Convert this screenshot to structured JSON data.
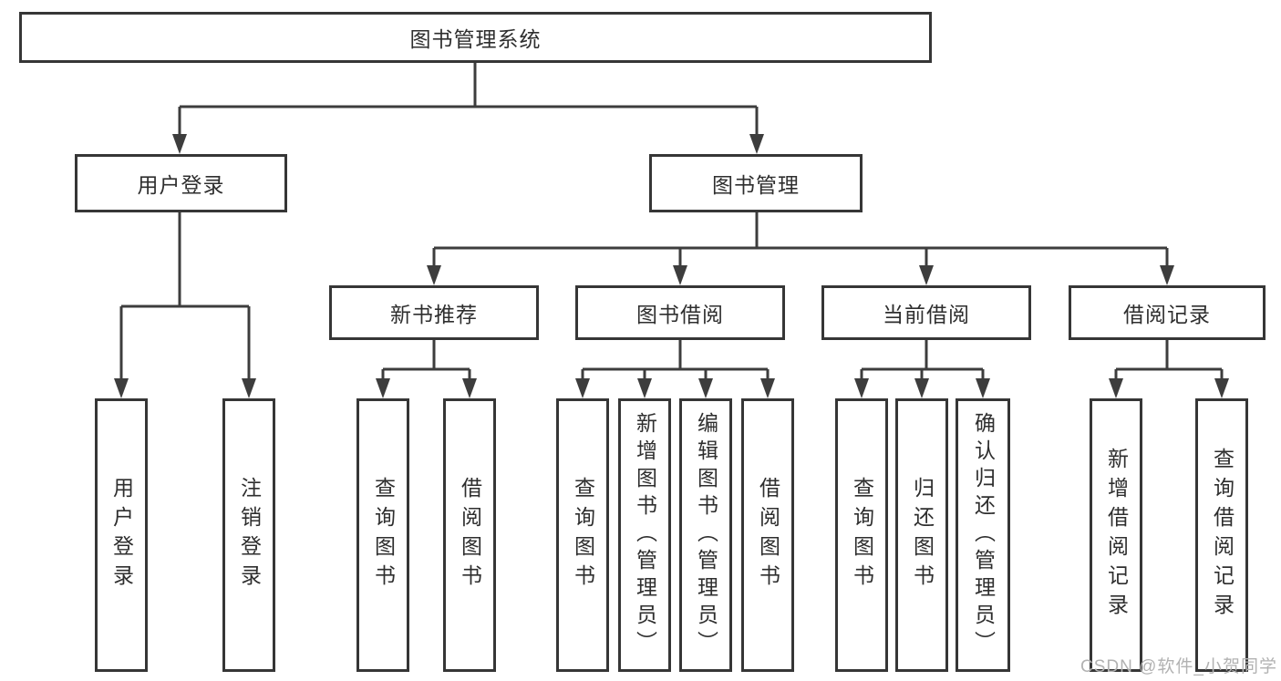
{
  "diagram_type": "hierarchy-tree",
  "tree": {
    "label": "图书管理系统",
    "children": [
      {
        "label": "用户登录",
        "children": [
          {
            "label": "用户登录"
          },
          {
            "label": "注销登录"
          }
        ]
      },
      {
        "label": "图书管理",
        "children": [
          {
            "label": "新书推荐",
            "children": [
              {
                "label": "查询图书"
              },
              {
                "label": "借阅图书"
              }
            ]
          },
          {
            "label": "图书借阅",
            "children": [
              {
                "label": "查询图书"
              },
              {
                "label": "新增图书（管理员）"
              },
              {
                "label": "编辑图书（管理员）"
              },
              {
                "label": "借阅图书"
              }
            ]
          },
          {
            "label": "当前借阅",
            "children": [
              {
                "label": "查询图书"
              },
              {
                "label": "归还图书"
              },
              {
                "label": "确认归还（管理员）"
              }
            ]
          },
          {
            "label": "借阅记录",
            "children": [
              {
                "label": "新增借阅记录"
              },
              {
                "label": "查询借阅记录"
              }
            ]
          }
        ]
      }
    ]
  },
  "watermark": {
    "text": "CSDN @软件_小贺同学"
  },
  "colors": {
    "line": "#3d3d3d",
    "box_border": "#363636",
    "box_text": "#2e2e2e",
    "watermark": "#b2b2b2",
    "background": "#ffffff"
  }
}
